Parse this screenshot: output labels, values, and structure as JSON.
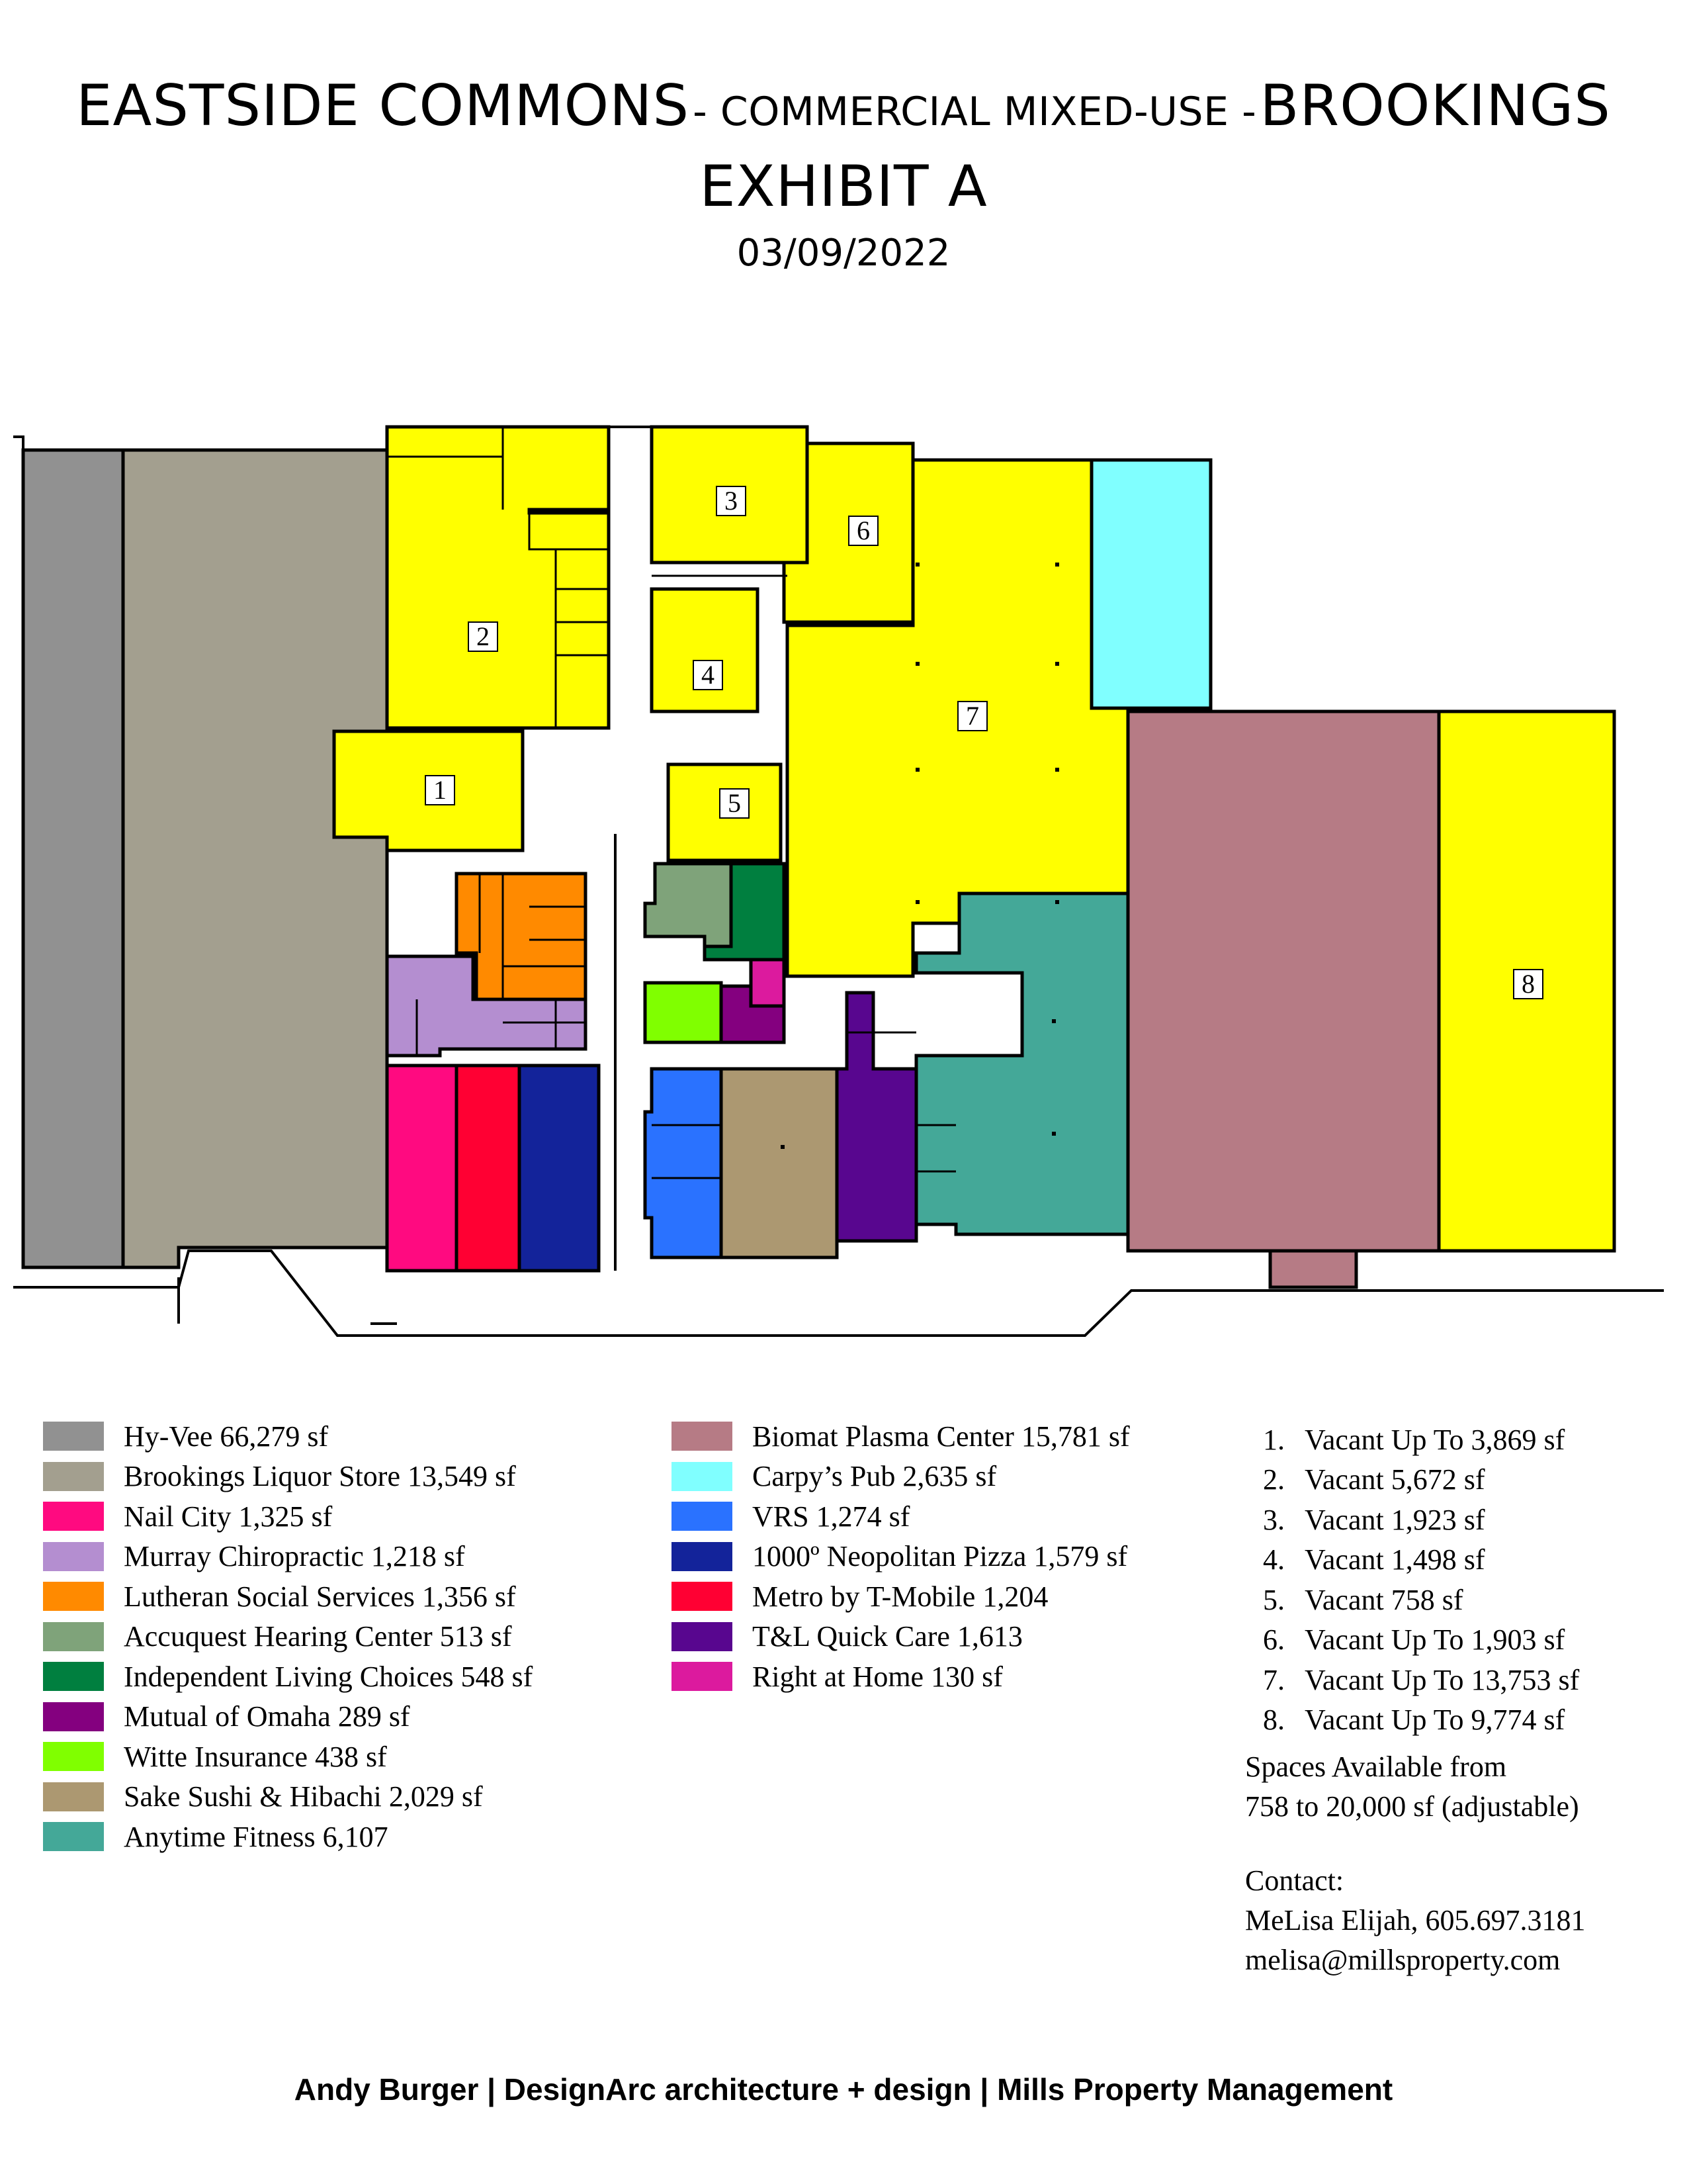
{
  "title": {
    "part1": "EASTSIDE COMMONS",
    "part2": "- COMMERCIAL MIXED-USE -",
    "part3": "BROOKINGS",
    "exhibit": "EXHIBIT A",
    "date": "03/09/2022"
  },
  "map": {
    "units": [
      {
        "id": "hyvee",
        "color": "#919191"
      },
      {
        "id": "liquor",
        "color": "#a39f8f"
      },
      {
        "id": "vacant-1",
        "label": "1",
        "color": "#ffff00"
      },
      {
        "id": "vacant-2",
        "label": "2",
        "color": "#ffff00"
      },
      {
        "id": "vacant-3",
        "label": "3",
        "color": "#ffff00"
      },
      {
        "id": "vacant-4",
        "label": "4",
        "color": "#ffff00"
      },
      {
        "id": "vacant-5",
        "label": "5",
        "color": "#ffff00"
      },
      {
        "id": "vacant-6",
        "label": "6",
        "color": "#ffff00"
      },
      {
        "id": "vacant-7",
        "label": "7",
        "color": "#ffff00"
      },
      {
        "id": "vacant-8",
        "label": "8",
        "color": "#ffff00"
      }
    ]
  },
  "legend_left": [
    {
      "label": "Hy-Vee 66,279 sf",
      "color": "#919191"
    },
    {
      "label": "Brookings Liquor Store 13,549 sf",
      "color": "#a39f8f"
    },
    {
      "label": "Nail City 1,325 sf",
      "color": "#ff0a80"
    },
    {
      "label": "Murray Chiropractic 1,218 sf",
      "color": "#b48ed0"
    },
    {
      "label": "Lutheran Social Services 1,356 sf",
      "color": "#ff8a00"
    },
    {
      "label": "Accuquest Hearing Center 513 sf",
      "color": "#7fa37a"
    },
    {
      "label": "Independent Living Choices 548 sf",
      "color": "#007f3f"
    },
    {
      "label": "Mutual of Omaha 289 sf",
      "color": "#84007f"
    },
    {
      "label": "Witte Insurance 438 sf",
      "color": "#80ff00"
    },
    {
      "label": "Sake Sushi & Hibachi 2,029 sf",
      "color": "#ac9871"
    },
    {
      "label": "Anytime Fitness 6,107",
      "color": "#44a898"
    }
  ],
  "legend_right": [
    {
      "label": "Biomat Plasma Center 15,781 sf",
      "color": "#b67b85"
    },
    {
      "label": "Carpy’s Pub 2,635 sf",
      "color": "#80ffff"
    },
    {
      "label": "VRS 1,274 sf",
      "color": "#2a72ff"
    },
    {
      "label": "1000º Neopolitan Pizza 1,579 sf",
      "color": "#13239a"
    },
    {
      "label": "Metro by T-Mobile 1,204",
      "color": "#ff0033"
    },
    {
      "label": "T&L Quick Care 1,613",
      "color": "#58068f"
    },
    {
      "label": "Right at Home 130 sf",
      "color": "#dc1a9e"
    }
  ],
  "vacancies": [
    {
      "num": "1.",
      "label": "Vacant Up To 3,869 sf"
    },
    {
      "num": "2.",
      "label": "Vacant 5,672 sf"
    },
    {
      "num": "3.",
      "label": "Vacant 1,923 sf"
    },
    {
      "num": "4.",
      "label": "Vacant 1,498 sf"
    },
    {
      "num": "5.",
      "label": "Vacant 758 sf"
    },
    {
      "num": "6.",
      "label": "Vacant Up To 1,903 sf"
    },
    {
      "num": "7.",
      "label": "Vacant Up To 13,753 sf"
    },
    {
      "num": "8.",
      "label": "Vacant Up To 9,774 sf"
    }
  ],
  "availability": {
    "line1": "Spaces Available from",
    "line2": "758 to 20,000 sf (adjustable)"
  },
  "contact": {
    "heading": "Contact:",
    "name_phone": "MeLisa Elijah, 605.697.3181",
    "email": "melisa@millsproperty.com"
  },
  "footer": "Andy Burger | DesignArc architecture + design | Mills Property Management"
}
